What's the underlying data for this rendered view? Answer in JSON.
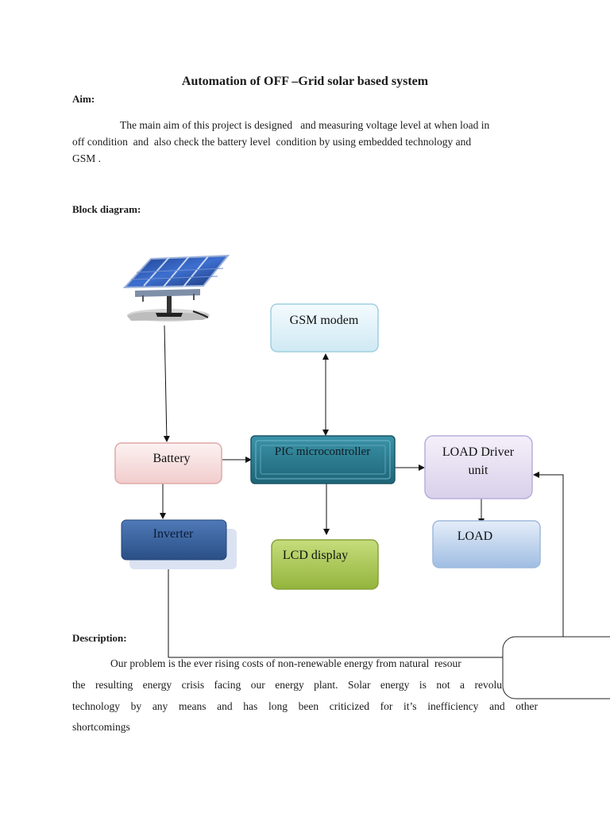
{
  "document": {
    "title": "Automation of OFF –Grid solar based  system",
    "aim_heading": "Aim:",
    "aim_lines": [
      "The main aim of this project is designed   and measuring voltage level at when load in",
      "off condition  and  also check the battery level  condition by using embedded technology and",
      "GSM ."
    ],
    "block_heading": "Block diagram:",
    "description_heading": "Description:",
    "description_lines": [
      "Our problem is the ever rising costs of non-renewable energy from natural  resour",
      "the resulting energy crisis facing our energy plant. Solar energy is not a  revolu",
      "technology by any means and has long been criticized for it’s inefficiency and other",
      "shortcomings"
    ]
  },
  "diagram": {
    "blocks": {
      "gsm": "GSM modem",
      "pic": "PIC microcontroller",
      "battery": "Battery",
      "load_driver_1": "LOAD Driver",
      "load_driver_2": "unit",
      "inverter": "Inverter",
      "lcd": "LCD display",
      "load": "LOAD"
    },
    "icons": {
      "solar_panel": "solar-panel-icon"
    }
  }
}
